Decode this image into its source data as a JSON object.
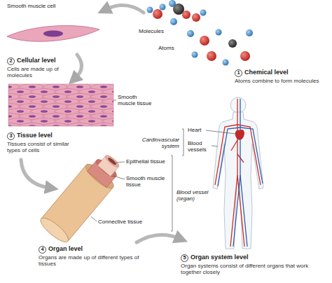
{
  "diagram": {
    "nodes": [
      {
        "text": [
          "1"
        ]
      },
      {
        "text": [
          "2"
        ]
      },
      {
        "text": [
          "3"
        ]
      },
      {
        "text": [
          "4"
        ]
      },
      {
        "text": [
          "5"
        ]
      }
    ],
    "labels": [
      "Smooth muscle cell",
      "Molecules",
      "Atoms",
      "Chemical level",
      "Atoms combine to form molecules",
      "Cellular level",
      "Cells are made up of molecules",
      "Smooth muscle tissue",
      "Tissue level",
      "Tissues consist of similar types of cells",
      "Heart",
      "Cardiovascular system",
      "Blood vessels",
      "Epithelial tissue",
      "Smooth muscle tissue",
      "Connective tissue",
      "Blood vessel (organ)",
      "Organ level",
      "Organs are made up of different types of tissues",
      "Organ system level",
      "Organ systems consist of different organs that work together closely"
    ]
  }
}
